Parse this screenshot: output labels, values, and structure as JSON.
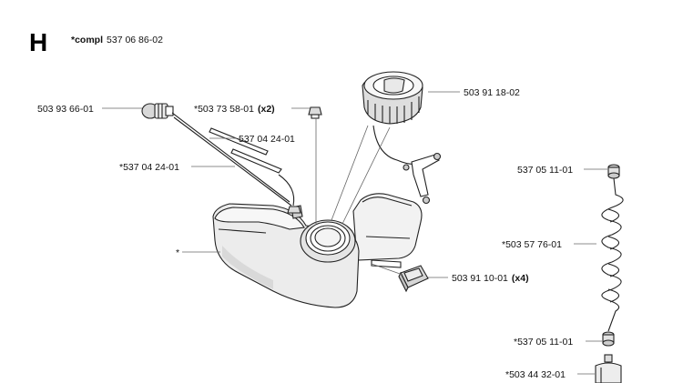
{
  "header": {
    "section_letter": "H",
    "compl_prefix": "*compl",
    "compl_number": "537 06 86-02"
  },
  "callouts": {
    "primer_bulb": "503 93 66-01",
    "fitting_prefix": "*503 73 58-01",
    "fitting_qty": "(x2)",
    "hose_upper": "537 04 24-01",
    "hose_lower": "*537 04 24-01",
    "tank": "*",
    "fuel_cap": "503 91 18-02",
    "rubber_pad": "503 91 10-01",
    "rubber_pad_qty": "(x4)",
    "top_ring": "537 05 11-01",
    "coil_hose": "*503 57 76-01",
    "bottom_ring": "*537 05 11-01",
    "fuel_filter": "*503 44 32-01"
  }
}
